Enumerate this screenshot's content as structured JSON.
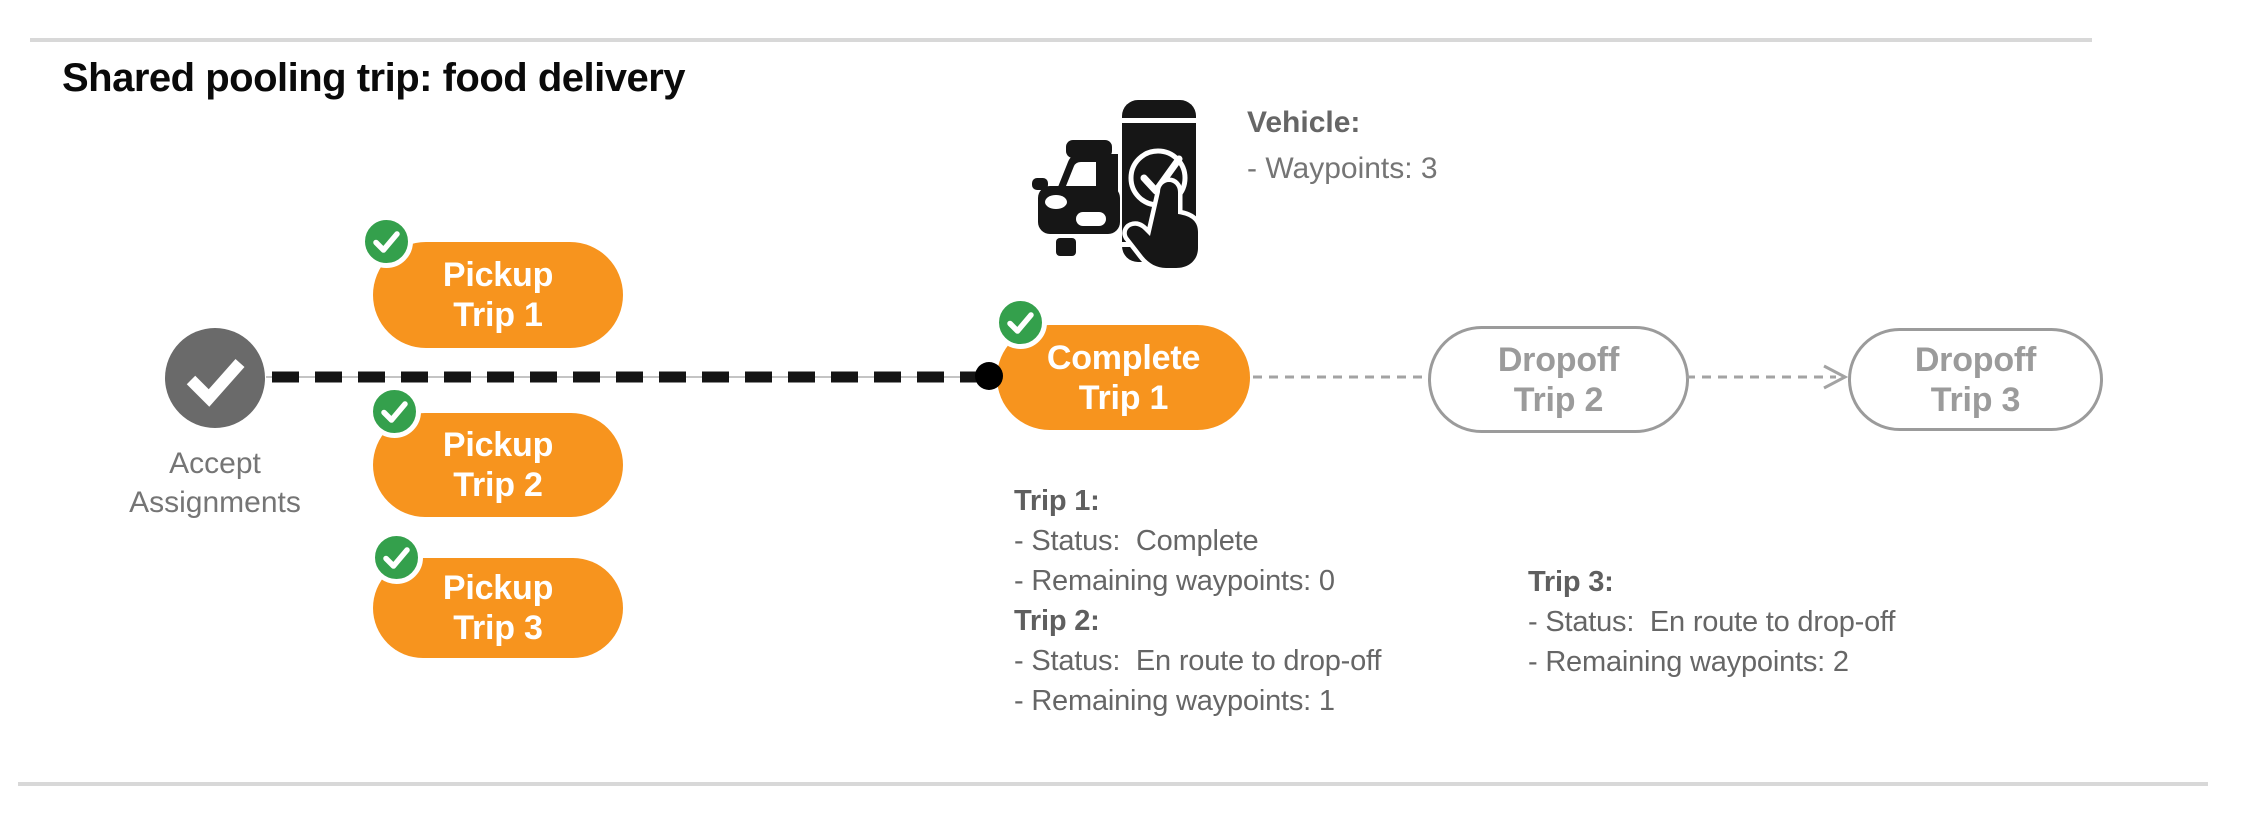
{
  "title": "Shared pooling trip: food delivery",
  "vehicle": {
    "icon": "car-phone-check-icon",
    "heading": "Vehicle:",
    "waypoints_line": "- Waypoints: 3"
  },
  "flow": {
    "start": {
      "label": "Accept\nAssignments",
      "icon": "check-icon"
    },
    "pickups": [
      {
        "label": "Pickup\nTrip 1",
        "completed": true
      },
      {
        "label": "Pickup\nTrip 2",
        "completed": true
      },
      {
        "label": "Pickup\nTrip 3",
        "completed": true
      }
    ],
    "complete": {
      "label": "Complete\nTrip 1",
      "completed": true
    },
    "dropoffs": [
      {
        "label": "Dropoff\nTrip 2"
      },
      {
        "label": "Dropoff\nTrip 3"
      }
    ]
  },
  "status_blocks": [
    {
      "entries": [
        {
          "heading": "Trip 1:",
          "lines": [
            "- Status:  Complete",
            "- Remaining waypoints: 0"
          ]
        },
        {
          "heading": "Trip 2:",
          "lines": [
            "- Status:  En route to drop-off",
            "- Remaining waypoints: 1"
          ]
        }
      ]
    },
    {
      "entries": [
        {
          "heading": "Trip 3:",
          "lines": [
            "- Status:  En route to drop-off",
            "- Remaining waypoints: 2"
          ]
        }
      ]
    }
  ],
  "colors": {
    "orange": "#F7941E",
    "green": "#34A04C",
    "dark_gray_node": "#6A6A6A",
    "label_gray": "#757575",
    "status_text_gray": "#666666",
    "dropoff_gray": "#9B9B9B",
    "divider_gray": "#D8D8D8",
    "line_black": "#141414",
    "title_black": "#0A0A0A"
  }
}
